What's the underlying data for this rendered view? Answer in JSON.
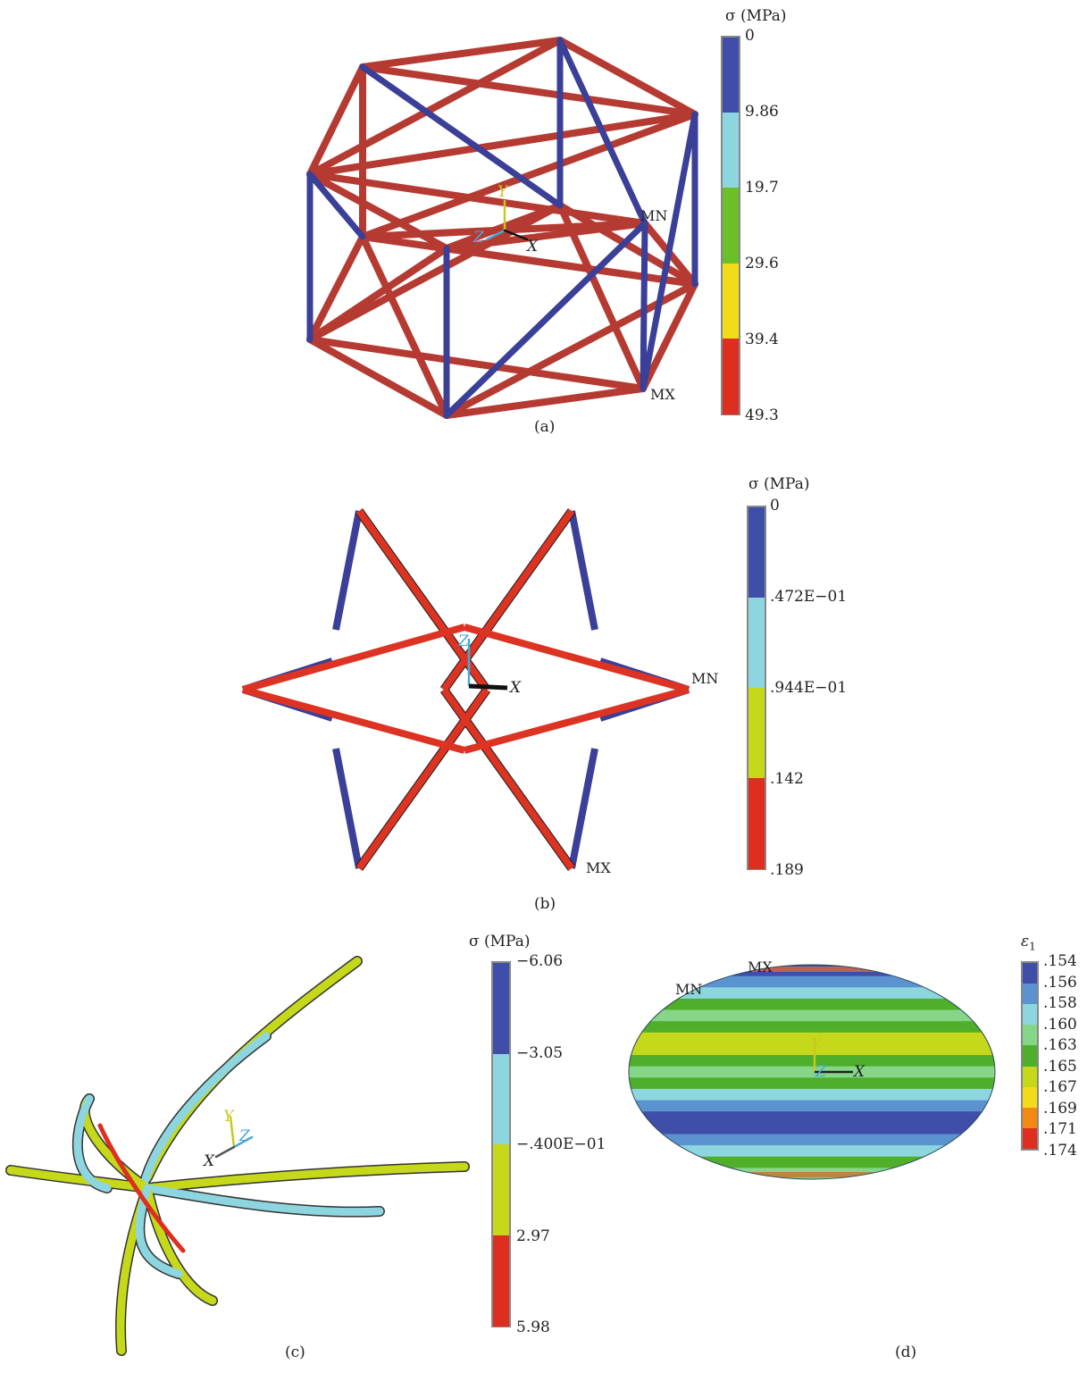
{
  "panels": [
    {
      "caption": "(a)",
      "legend": {
        "title": "σ (MPa)",
        "ticks": [
          "0",
          "9.86",
          "19.7",
          "29.6",
          "39.4",
          "49.3"
        ],
        "colors": [
          "#3f4ea8",
          "#8dd6e0",
          "#6cbf26",
          "#f2dc1a",
          "#dd2e1f"
        ]
      },
      "labels": {
        "min": "MN",
        "max": "MX"
      },
      "axes": {
        "x": "X",
        "y": "Y",
        "z": "Z"
      }
    },
    {
      "caption": "(b)",
      "legend": {
        "title": "σ (MPa)",
        "ticks": [
          "0",
          ".472E−01",
          ".944E−01",
          ".142",
          ".189"
        ],
        "colors": [
          "#3f4ea8",
          "#8dd6e0",
          "#c5d81a",
          "#dd2e1f"
        ]
      },
      "labels": {
        "min": "MN",
        "max": "MX"
      },
      "axes": {
        "x": "X",
        "z": "Z"
      }
    },
    {
      "caption": "(c)",
      "legend": {
        "title": "σ (MPa)",
        "ticks": [
          "−6.06",
          "−3.05",
          "−.400E−01",
          "2.97",
          "5.98"
        ],
        "colors": [
          "#3f4ea8",
          "#8dd6e0",
          "#c5d81a",
          "#dd2e1f"
        ]
      },
      "axes": {
        "x": "X",
        "y": "Y",
        "z": "Z"
      }
    },
    {
      "caption": "(d)",
      "legend": {
        "title": "ε",
        "title_sub": "1",
        "ticks": [
          ".154",
          ".156",
          ".158",
          ".160",
          ".163",
          ".165",
          ".167",
          ".169",
          ".171",
          ".174"
        ],
        "colors": [
          "#3f4ea8",
          "#5b93d0",
          "#8dd6e0",
          "#86d68a",
          "#4fae2a",
          "#c5d81a",
          "#f2dc1a",
          "#f28a12",
          "#dd2e1f"
        ]
      },
      "labels": {
        "min": "MN",
        "max": "MX"
      },
      "axes": {
        "x": "X",
        "y": "Y",
        "z": "Z"
      }
    }
  ]
}
